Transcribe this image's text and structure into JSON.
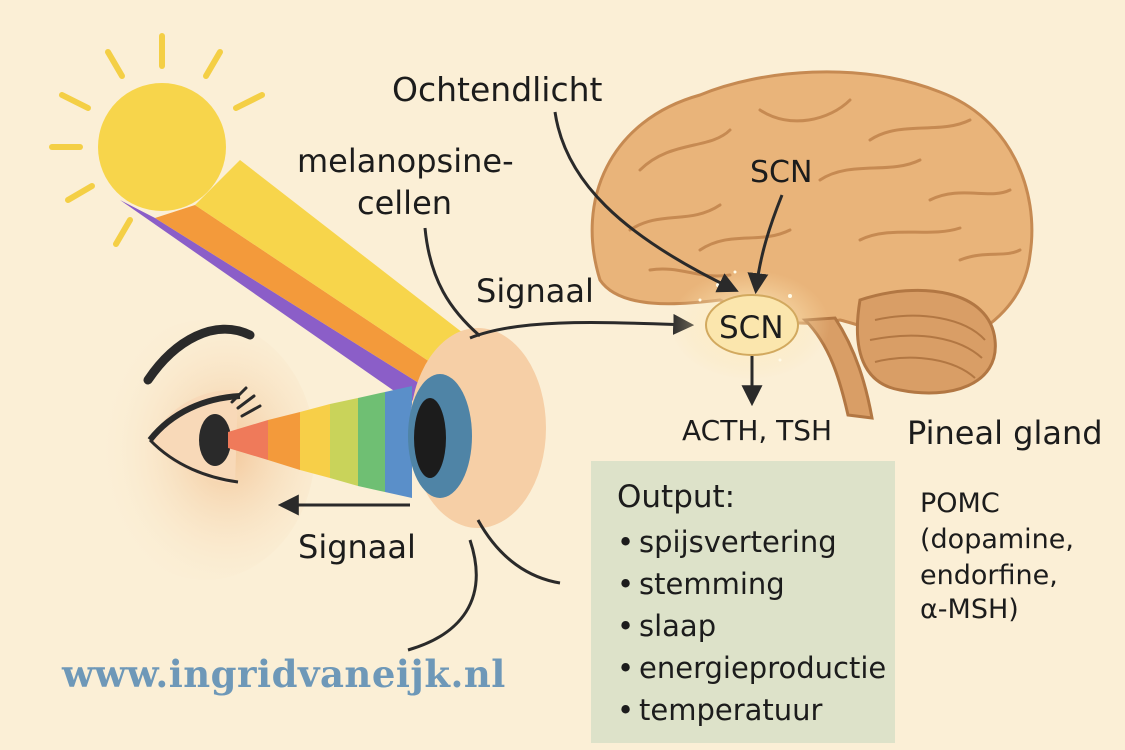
{
  "labels": {
    "ochtendlicht": "Ochtendlicht",
    "melanopsine_line1": "melanopsine-",
    "melanopsine_line2": "cellen",
    "signaal_top": "Signaal",
    "signaal_bottom": "Signaal",
    "scn_upper": "SCN",
    "scn_center": "SCN",
    "acth_tsh": "ACTH, TSH",
    "pineal_gland": "Pineal gland",
    "pomc_line1": "POMC",
    "pomc_line2": "(dopamine,",
    "pomc_line3": "endorfine,",
    "pomc_line4": "α-MSH)"
  },
  "output": {
    "title": "Output:",
    "bullet": "•",
    "items": [
      "spijsvertering",
      "stemming",
      "slaap",
      "energieproductie",
      "temperatuur"
    ]
  },
  "watermark": "www.ingridvaneijk.nl",
  "colors": {
    "background": "#fbefd6",
    "sun": "#f7d54b",
    "brain": "#e9b47a",
    "output_box": "#dde2c9",
    "watermark": "#6e98b8"
  },
  "icons": [
    "sun-icon",
    "eye-icon",
    "brain-icon",
    "eyeball-icon"
  ]
}
